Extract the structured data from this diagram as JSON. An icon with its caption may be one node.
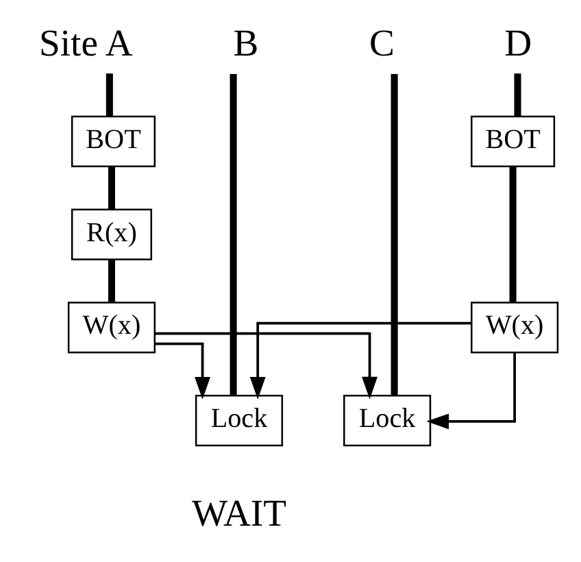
{
  "diagram": {
    "nodes": [
      {
        "text": [
          "Site A"
        ]
      },
      {
        "text": [
          "B"
        ]
      },
      {
        "text": [
          "C"
        ]
      },
      {
        "text": [
          "D"
        ]
      },
      {
        "text": [
          "BOT"
        ]
      },
      {
        "text": [
          "R(x)"
        ]
      },
      {
        "text": [
          "W(x)"
        ]
      },
      {
        "text": [
          "Lock"
        ]
      },
      {
        "text": [
          "Lock"
        ]
      },
      {
        "text": [
          "BOT"
        ]
      },
      {
        "text": [
          "W(x)"
        ]
      }
    ],
    "edges": [
      {
        "from": 0,
        "to": 4,
        "arrow": "none"
      },
      {
        "from": 4,
        "to": 5,
        "arrow": "none"
      },
      {
        "from": 5,
        "to": 6,
        "arrow": "none"
      },
      {
        "from": 1,
        "to": 7,
        "arrow": "none"
      },
      {
        "from": 2,
        "to": 8,
        "arrow": "none"
      },
      {
        "from": 3,
        "to": 9,
        "arrow": "none"
      },
      {
        "from": 9,
        "to": 10,
        "arrow": "none"
      },
      {
        "from": 6,
        "to": 7,
        "arrow": "to"
      },
      {
        "from": 10,
        "to": 8,
        "arrow": "to"
      },
      {
        "from": 6,
        "to": 8,
        "arrow": "to"
      },
      {
        "from": 10,
        "to": 7,
        "arrow": "to"
      }
    ],
    "labels": [
      "WAIT"
    ]
  }
}
